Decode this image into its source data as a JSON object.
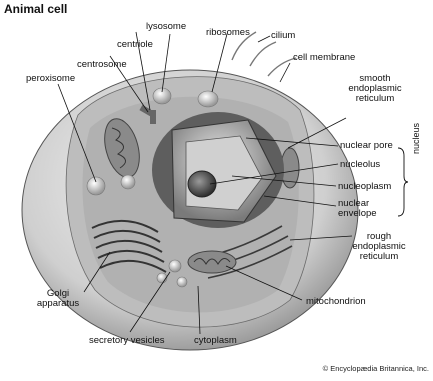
{
  "title": "Animal cell",
  "labels": {
    "lysosome": "lysosome",
    "ribosomes": "ribosomes",
    "centriole": "centriole",
    "cilium": "cilium",
    "centrosome": "centrosome",
    "cell_membrane": "cell membrane",
    "peroxisome": "peroxisome",
    "smooth_er_1": "smooth",
    "smooth_er_2": "endoplasmic",
    "smooth_er_3": "reticulum",
    "nuclear_pore": "nuclear pore",
    "nucleolus": "nucleolus",
    "nucleoplasm": "nucleoplasm",
    "nuclear_envelope_1": "nuclear",
    "nuclear_envelope_2": "envelope",
    "nucleus": "nucleus",
    "rough_er_1": "rough",
    "rough_er_2": "endoplasmic",
    "rough_er_3": "reticulum",
    "golgi_1": "Golgi",
    "golgi_2": "apparatus",
    "mitochondrion": "mitochondrion",
    "secretory_vesicles": "secretory vesicles",
    "cytoplasm": "cytoplasm"
  },
  "credit": "© Encyclopædia Britannica, Inc."
}
